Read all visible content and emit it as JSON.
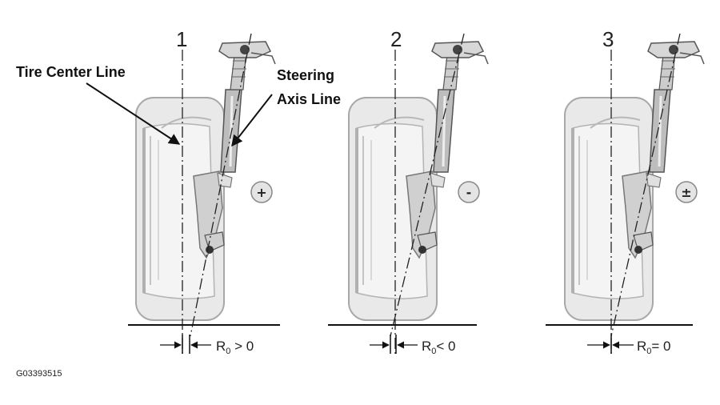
{
  "labels": {
    "tire_center_line": "Tire Center Line",
    "steering_line1": "Steering",
    "steering_line2": "Axis Line",
    "figure_id": "G03393515"
  },
  "panels": [
    {
      "number": "1",
      "sign": "+",
      "offset": {
        "symbol": "R",
        "subscript": "0",
        "relation": " > 0"
      }
    },
    {
      "number": "2",
      "sign": "-",
      "offset": {
        "symbol": "R",
        "subscript": "0",
        "relation": "< 0"
      }
    },
    {
      "number": "3",
      "sign": "±",
      "offset": {
        "symbol": "R",
        "subscript": "0",
        "relation": "= 0"
      }
    }
  ],
  "colors": {
    "tire_fill": "#e7e7e7",
    "tire_stroke": "#a8a8a8",
    "strut_fill": "#bdbdbd",
    "line": "#111111"
  }
}
